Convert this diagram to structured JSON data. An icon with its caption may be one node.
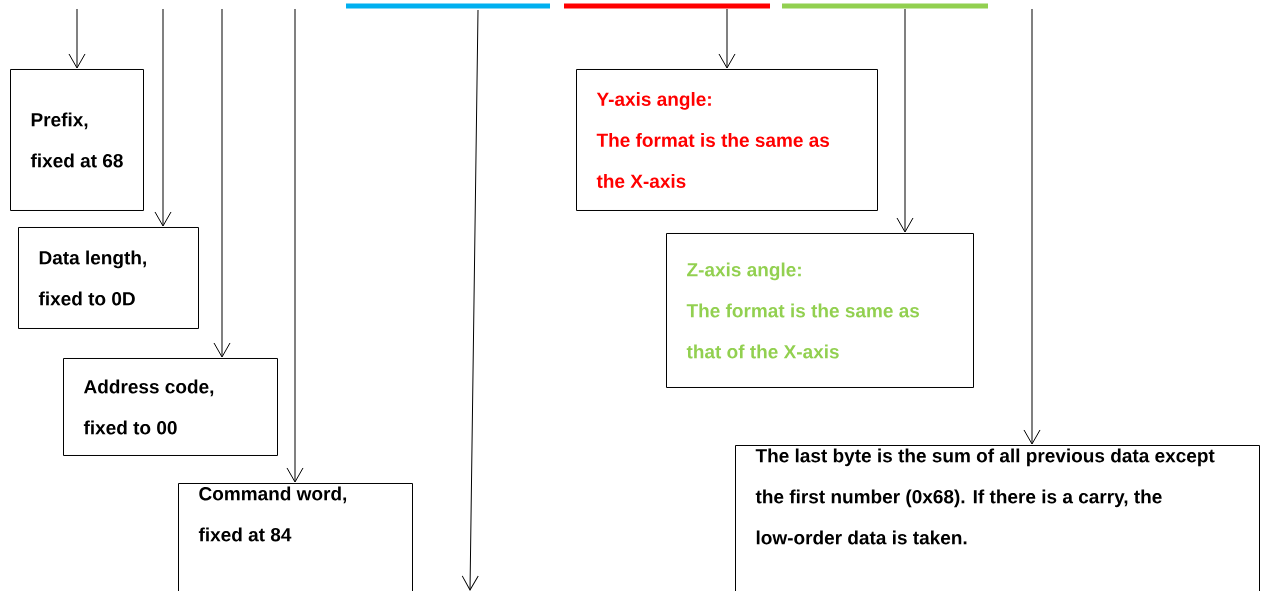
{
  "diagram": {
    "nodes": [
      {
        "text": [
          "Prefix, fixed at 68"
        ]
      },
      {
        "text": [
          "Data length, fixed to 0D"
        ]
      },
      {
        "text": [
          "Address code, fixed to 00"
        ]
      },
      {
        "text": [
          "Command word, fixed at 84"
        ]
      },
      {
        "text": [
          "Y-axis angle:",
          "The format is the same as the X-axis"
        ]
      },
      {
        "text": [
          "Z-axis angle:",
          "The format is the same as that of the X-axis"
        ]
      },
      {
        "text": [
          "The last byte is the sum of all previous data except the first number (0x68). If there is a carry, the low-order data is taken."
        ]
      }
    ],
    "edges": [
      {
        "from": null,
        "to": 0,
        "arrow": "to"
      },
      {
        "from": null,
        "to": 1,
        "arrow": "to"
      },
      {
        "from": null,
        "to": 2,
        "arrow": "to"
      },
      {
        "from": null,
        "to": 3,
        "arrow": "to"
      },
      {
        "from": null,
        "to": 4,
        "arrow": "to"
      },
      {
        "from": null,
        "to": 5,
        "arrow": "to"
      },
      {
        "from": null,
        "to": 6,
        "arrow": "to"
      }
    ]
  }
}
